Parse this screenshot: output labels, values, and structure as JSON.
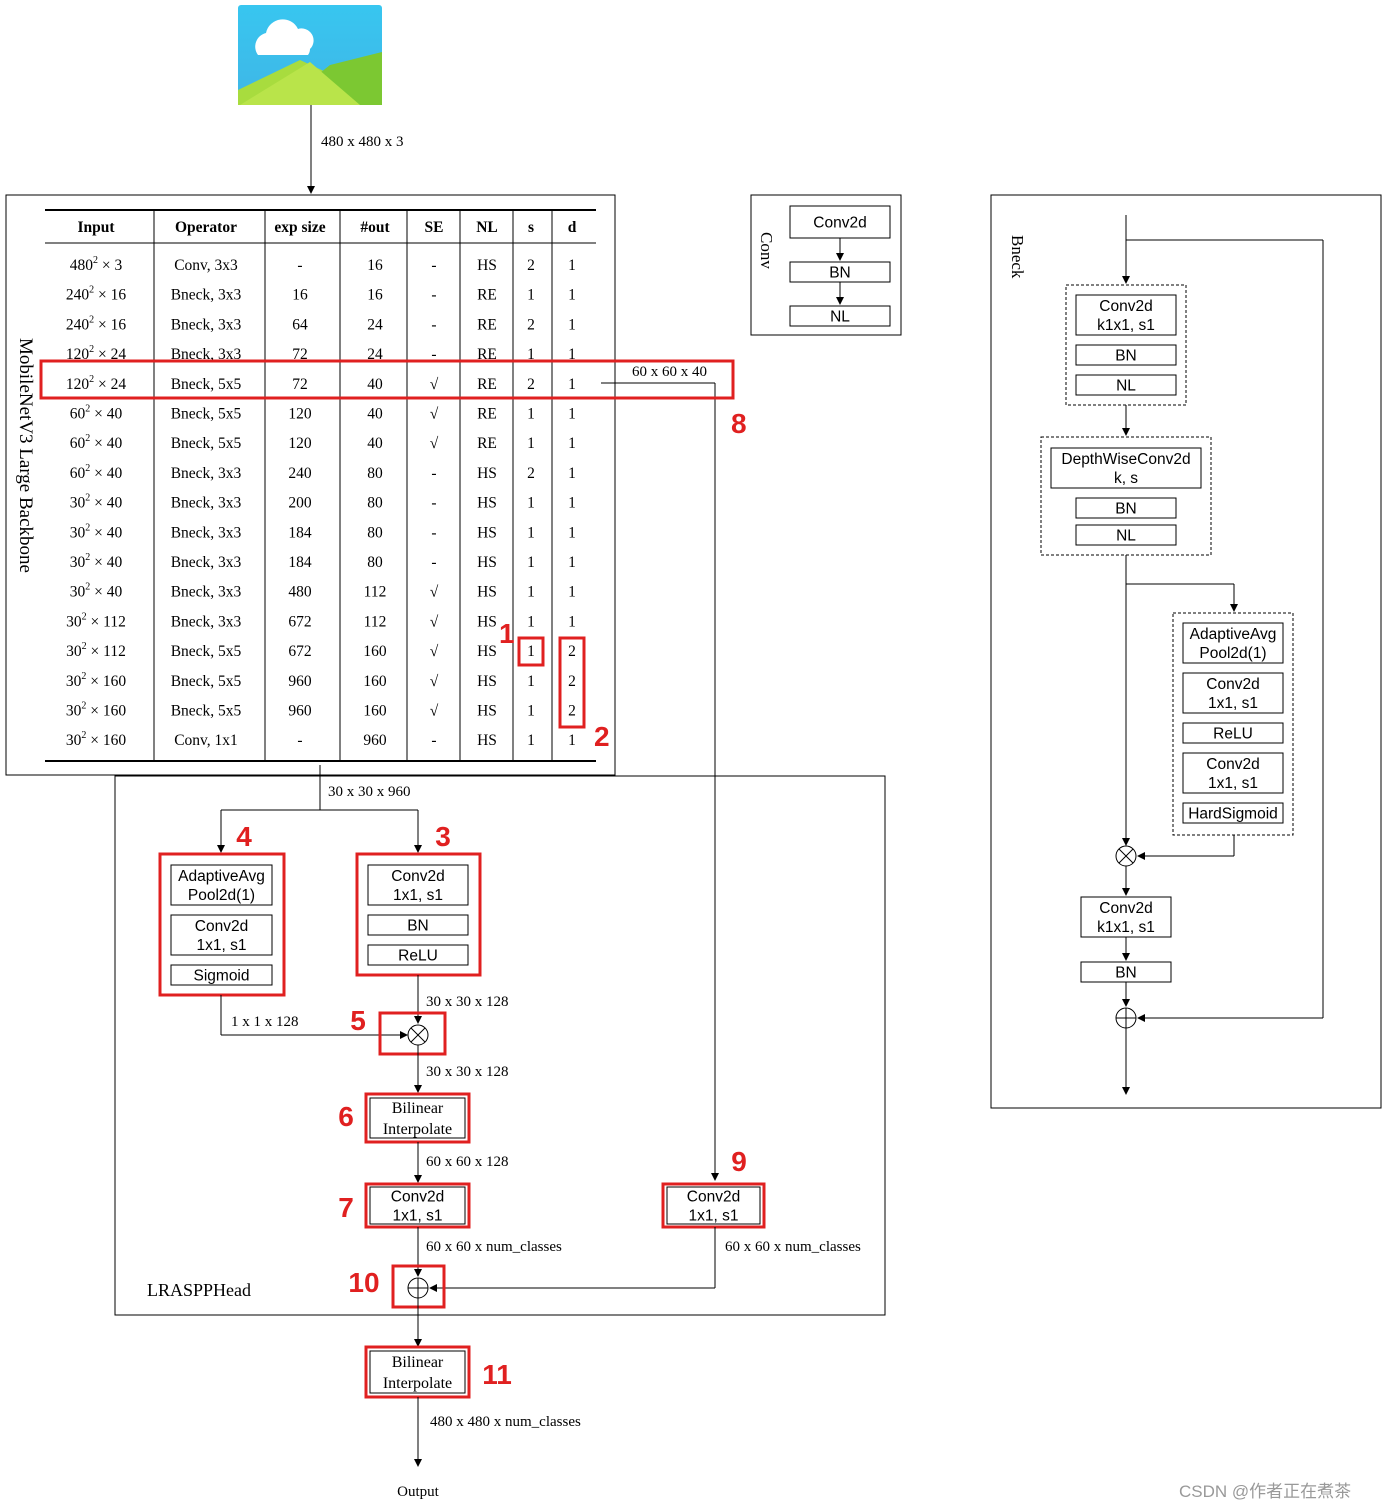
{
  "input_image": {
    "label": "480 x 480 x 3",
    "icon": "image-placeholder-icon"
  },
  "backbone": {
    "title": "MobileNetV3 Large Backbone",
    "columns": [
      "Input",
      "Operator",
      "exp size",
      "#out",
      "SE",
      "NL",
      "s",
      "d"
    ],
    "rows": [
      [
        "480",
        "3",
        "Conv, 3x3",
        "-",
        "16",
        "-",
        "HS",
        "2",
        "1"
      ],
      [
        "240",
        "16",
        "Bneck, 3x3",
        "16",
        "16",
        "-",
        "RE",
        "1",
        "1"
      ],
      [
        "240",
        "16",
        "Bneck, 3x3",
        "64",
        "24",
        "-",
        "RE",
        "2",
        "1"
      ],
      [
        "120",
        "24",
        "Bneck, 3x3",
        "72",
        "24",
        "-",
        "RE",
        "1",
        "1"
      ],
      [
        "120",
        "24",
        "Bneck, 5x5",
        "72",
        "40",
        "√",
        "RE",
        "2",
        "1"
      ],
      [
        "60",
        "40",
        "Bneck, 5x5",
        "120",
        "40",
        "√",
        "RE",
        "1",
        "1"
      ],
      [
        "60",
        "40",
        "Bneck, 5x5",
        "120",
        "40",
        "√",
        "RE",
        "1",
        "1"
      ],
      [
        "60",
        "40",
        "Bneck, 3x3",
        "240",
        "80",
        "-",
        "HS",
        "2",
        "1"
      ],
      [
        "30",
        "40",
        "Bneck, 3x3",
        "200",
        "80",
        "-",
        "HS",
        "1",
        "1"
      ],
      [
        "30",
        "40",
        "Bneck, 3x3",
        "184",
        "80",
        "-",
        "HS",
        "1",
        "1"
      ],
      [
        "30",
        "40",
        "Bneck, 3x3",
        "184",
        "80",
        "-",
        "HS",
        "1",
        "1"
      ],
      [
        "30",
        "40",
        "Bneck, 3x3",
        "480",
        "112",
        "√",
        "HS",
        "1",
        "1"
      ],
      [
        "30",
        "112",
        "Bneck, 3x3",
        "672",
        "112",
        "√",
        "HS",
        "1",
        "1"
      ],
      [
        "30",
        "112",
        "Bneck, 5x5",
        "672",
        "160",
        "√",
        "HS",
        "1",
        "2"
      ],
      [
        "30",
        "160",
        "Bneck, 5x5",
        "960",
        "160",
        "√",
        "HS",
        "1",
        "2"
      ],
      [
        "30",
        "160",
        "Bneck, 5x5",
        "960",
        "160",
        "√",
        "HS",
        "1",
        "2"
      ],
      [
        "30",
        "160",
        "Conv, 1x1",
        "-",
        "960",
        "-",
        "HS",
        "1",
        "1"
      ]
    ],
    "superscript": "2",
    "times": "×",
    "branch_label": "60 x 60 x 40",
    "output_label": "30 x 30 x 960"
  },
  "conv_block": {
    "title": "Conv",
    "layers": [
      "Conv2d",
      "BN",
      "NL"
    ]
  },
  "bneck_block": {
    "title": "Bneck",
    "expand": [
      "Conv2d\nk1x1, s1",
      "BN",
      "NL"
    ],
    "depthwise": [
      "DepthWiseConv2d\nk, s",
      "BN",
      "NL"
    ],
    "se": [
      "AdaptiveAvg\nPool2d(1)",
      "Conv2d\n1x1, s1",
      "ReLU",
      "Conv2d\n1x1, s1",
      "HardSigmoid"
    ],
    "project": [
      "Conv2d\nk1x1, s1",
      "BN"
    ]
  },
  "head": {
    "title": "LRASPPHead",
    "pool_branch": [
      "AdaptiveAvg\nPool2d(1)",
      "Conv2d\n1x1, s1",
      "Sigmoid"
    ],
    "conv_branch": [
      "Conv2d\n1x1, s1",
      "BN",
      "ReLU"
    ],
    "pool_out": "1 x 1 x 128",
    "conv_out": "30 x 30 x 128",
    "mul_out": "30 x 30 x 128",
    "interp": "Bilinear\nInterpolate",
    "interp_out": "60 x 60 x 128",
    "cls_conv": "Conv2d\n1x1, s1",
    "cls_out": "60 x 60 x num_classes",
    "low_conv": "Conv2d\n1x1, s1",
    "low_out": "60 x 60 x num_classes"
  },
  "final": {
    "interp": "Bilinear\nInterpolate",
    "out": "480 x 480 x num_classes",
    "label": "Output"
  },
  "markers": [
    "1",
    "2",
    "3",
    "4",
    "5",
    "6",
    "7",
    "8",
    "9",
    "10",
    "11"
  ],
  "watermark": "CSDN @作者正在煮茶",
  "colors": {
    "highlight": "#e02020",
    "sky": "#3dc2ea",
    "hill": "#9ad636"
  }
}
